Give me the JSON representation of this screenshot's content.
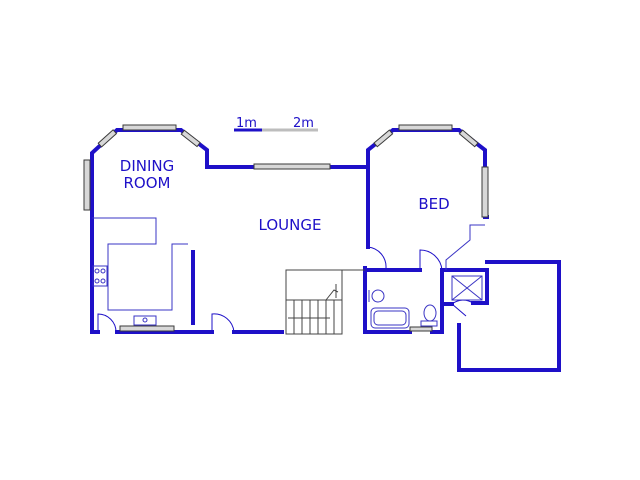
{
  "rooms": {
    "dining": {
      "line1": "DINING",
      "line2": "ROOM"
    },
    "lounge": "LOUNGE",
    "bed": "BED"
  },
  "scale": {
    "first": "1m",
    "second": "2m"
  },
  "colors": {
    "wall": "#1e10c8",
    "fixture": "#3a34c4",
    "window_fill": "#d8d8d8"
  }
}
